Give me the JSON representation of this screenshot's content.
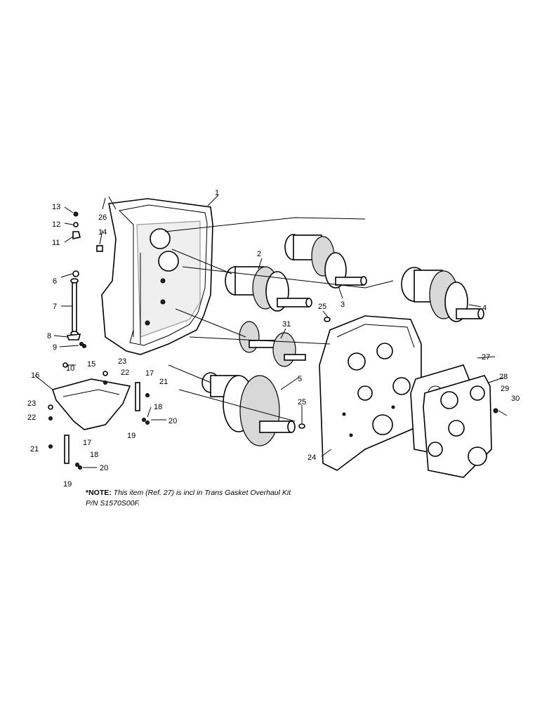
{
  "callouts": [
    {
      "id": "1",
      "text": "1"
    },
    {
      "id": "2",
      "text": "2"
    },
    {
      "id": "3",
      "text": "3"
    },
    {
      "id": "4",
      "text": "4"
    },
    {
      "id": "5",
      "text": "5"
    },
    {
      "id": "6",
      "text": "6"
    },
    {
      "id": "7",
      "text": "7"
    },
    {
      "id": "8",
      "text": "8"
    },
    {
      "id": "9",
      "text": "9"
    },
    {
      "id": "10",
      "text": "10"
    },
    {
      "id": "11",
      "text": "11"
    },
    {
      "id": "12",
      "text": "12"
    },
    {
      "id": "13",
      "text": "13"
    },
    {
      "id": "14",
      "text": "14"
    },
    {
      "id": "15",
      "text": "15"
    },
    {
      "id": "16",
      "text": "16"
    },
    {
      "id": "17a",
      "text": "17"
    },
    {
      "id": "17b",
      "text": "17"
    },
    {
      "id": "18a",
      "text": "18"
    },
    {
      "id": "18b",
      "text": "18"
    },
    {
      "id": "19a",
      "text": "19"
    },
    {
      "id": "19b",
      "text": "19"
    },
    {
      "id": "20a",
      "text": "20"
    },
    {
      "id": "20b",
      "text": "20"
    },
    {
      "id": "21a",
      "text": "21"
    },
    {
      "id": "21b",
      "text": "21"
    },
    {
      "id": "22a",
      "text": "22"
    },
    {
      "id": "22b",
      "text": "22"
    },
    {
      "id": "23a",
      "text": "23"
    },
    {
      "id": "23b",
      "text": "23"
    },
    {
      "id": "24",
      "text": "24"
    },
    {
      "id": "25a",
      "text": "25"
    },
    {
      "id": "25b",
      "text": "25"
    },
    {
      "id": "26",
      "text": "26"
    },
    {
      "id": "27",
      "text": "27"
    },
    {
      "id": "28",
      "text": "28"
    },
    {
      "id": "29",
      "text": "29"
    },
    {
      "id": "30",
      "text": "30"
    },
    {
      "id": "31",
      "text": "31"
    }
  ],
  "note": {
    "lead": "*NOTE:",
    "line1": " This item (Ref. 27) is incl in Trans Gasket Overhaul Kit",
    "line2": "P/N S1570S00F."
  }
}
